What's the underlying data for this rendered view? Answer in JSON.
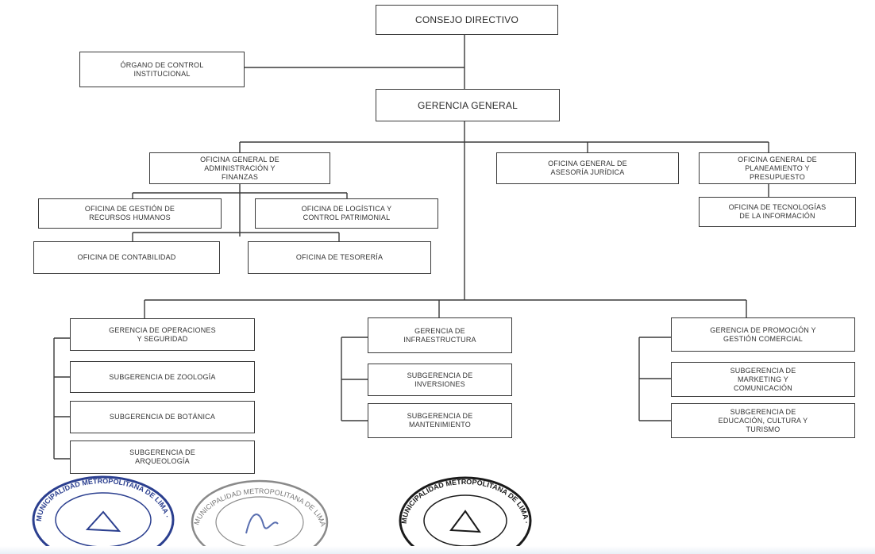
{
  "org_chart": {
    "consejo": "CONSEJO DIRECTIVO",
    "control": "ÓRGANO DE CONTROL\nINSTITUCIONAL",
    "gerencia_general": "GERENCIA GENERAL",
    "admin": "OFICINA GENERAL DE\nADMINISTRACIÓN Y\nFINANZAS",
    "asesoria": "OFICINA GENERAL DE\nASESORÍA JURÍDICA",
    "planeamiento": "OFICINA GENERAL DE\nPLANEAMIENTO Y\nPRESUPUESTO",
    "rrhh": "OFICINA DE GESTIÓN DE\nRECURSOS HUMANOS",
    "logistica": "OFICINA DE LOGÍSTICA Y\nCONTROL PATRIMONIAL",
    "tecnologias": "OFICINA DE TECNOLOGÍAS\nDE LA INFORMACIÓN",
    "contabilidad": "OFICINA DE CONTABILIDAD",
    "tesoreria": "OFICINA DE TESORERÍA",
    "operaciones": "GERENCIA DE OPERACIONES\nY SEGURIDAD",
    "zoologia": "SUBGERENCIA DE ZOOLOGÍA",
    "botanica": "SUBGERENCIA DE BOTÁNICA",
    "arqueologia": "SUBGERENCIA DE\nARQUEOLOGÍA",
    "infraestructura": "GERENCIA DE\nINFRAESTRUCTURA",
    "inversiones": "SUBGERENCIA DE\nINVERSIONES",
    "mantenimiento": "SUBGERENCIA DE\nMANTENIMIENTO",
    "promocion": "GERENCIA DE PROMOCIÓN Y\nGESTIÓN COMERCIAL",
    "marketing": "SUBGERENCIA DE\nMARKETING Y\nCOMUNICACIÓN",
    "educacion": "SUBGERENCIA DE\nEDUCACIÓN, CULTURA Y\nTURISMO"
  },
  "seals": {
    "seal1_text": "MUNICIPALIDAD METROPOLITANA DE LIMA · PARQUE DE LAS LEYENDAS · GERENCIA GENERAL",
    "seal2_text": "MUNICIPALIDAD METROPOLITANA DE LIMA · PARQUE DE LAS LEYENDAS",
    "seal3_text": "MUNICIPALIDAD METROPOLITANA DE LIMA · PARQUE DE LAS LEYENDAS"
  },
  "colors": {
    "line": "#3a3a3a",
    "seal_blue": "#2b3f8f",
    "seal_gray": "#8a8a8a",
    "seal_black": "#1a1a1a"
  }
}
